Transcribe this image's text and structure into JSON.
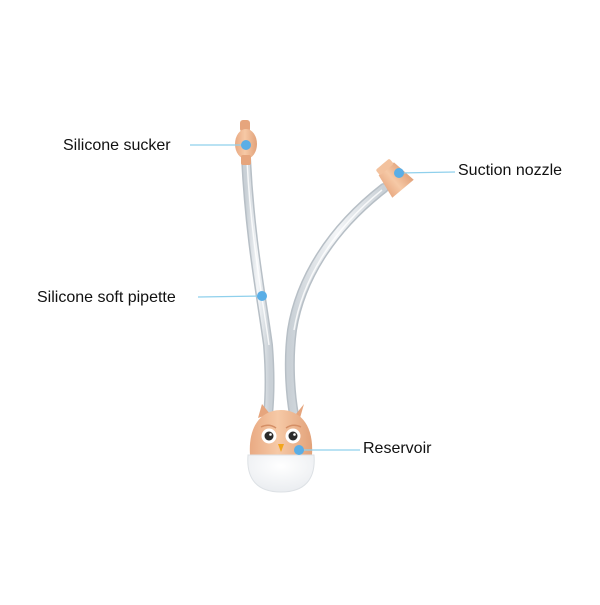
{
  "labels": {
    "silicone_sucker": "Silicone sucker",
    "suction_nozzle": "Suction nozzle",
    "silicone_soft_pipette": "Silicone soft pipette",
    "reservoir": "Reservoir"
  },
  "colors": {
    "background": "#ffffff",
    "callout_line": "#8fd0ec",
    "callout_dot": "#5aaee6",
    "peach_body": "#f3c29e",
    "peach_dark": "#e6a57d",
    "tube": "#e9edf0",
    "tube_edge": "#b7bfc6",
    "cup": "#f5f6f8",
    "text": "#111111"
  },
  "icons": {
    "device": "nasal-aspirator-illustration",
    "owl_face": "owl-face-icon"
  }
}
